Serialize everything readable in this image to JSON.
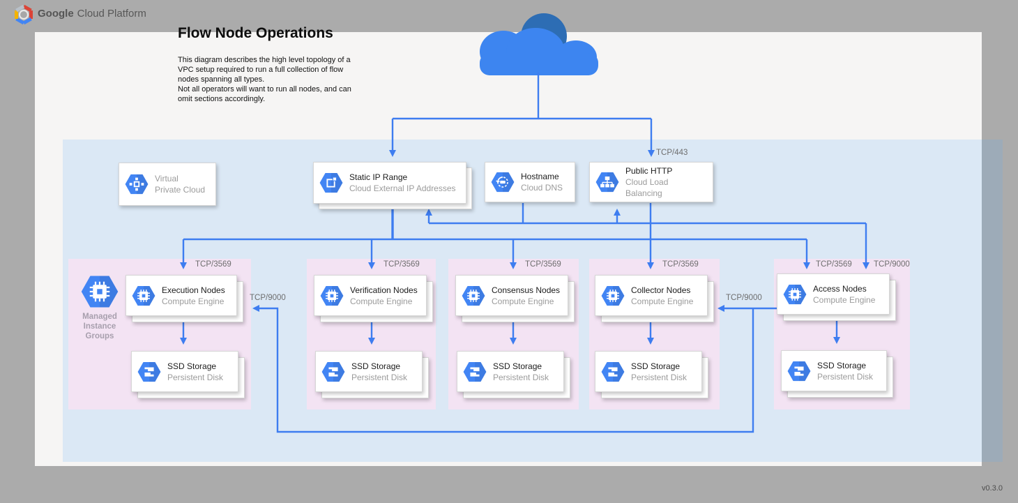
{
  "header": {
    "brand_bold": "Google",
    "brand_rest": "Cloud Platform"
  },
  "canvas": {
    "title": "Flow Node Operations",
    "description": "This diagram describes the high level topology of a\nVPC setup required to run a full collection of flow\nnodes spanning all types.\nNot all operators will want to run all nodes, and can\nomit sections accordingly.",
    "version": "v0.3.0"
  },
  "port_labels": {
    "https": "TCP/443",
    "nodes": "TCP/3569",
    "access": "TCP/9000"
  },
  "services": {
    "vpc": {
      "title": "Virtual",
      "subtitle": "Private Cloud"
    },
    "static_ip": {
      "title": "Static IP Range",
      "subtitle": "Cloud External IP Addresses"
    },
    "dns": {
      "title": "Hostname",
      "subtitle": "Cloud DNS"
    },
    "lb": {
      "title": "Public HTTP",
      "subtitle": "Cloud Load Balancing"
    }
  },
  "managed_instance_groups": "Managed\nInstance\nGroups",
  "groups": [
    {
      "id": "execution",
      "title": "Execution Nodes",
      "subtitle": "Compute Engine",
      "storage_title": "SSD Storage",
      "storage_subtitle": "Persistent Disk"
    },
    {
      "id": "verification",
      "title": "Verification Nodes",
      "subtitle": "Compute Engine",
      "storage_title": "SSD Storage",
      "storage_subtitle": "Persistent Disk"
    },
    {
      "id": "consensus",
      "title": "Consensus Nodes",
      "subtitle": "Compute Engine",
      "storage_title": "SSD Storage",
      "storage_subtitle": "Persistent Disk"
    },
    {
      "id": "collector",
      "title": "Collector Nodes",
      "subtitle": "Compute Engine",
      "storage_title": "SSD Storage",
      "storage_subtitle": "Persistent Disk"
    },
    {
      "id": "access",
      "title": "Access Nodes",
      "subtitle": "Compute Engine",
      "storage_title": "SSD Storage",
      "storage_subtitle": "Persistent Disk"
    }
  ],
  "colors": {
    "accent_blue": "#4285f4",
    "connector_blue": "#3e7df0",
    "group_pink": "#f3e3f3",
    "vpc_overlay": "#ddecf9",
    "canvas_white": "#f6f5f4",
    "background_gray": "#ababab"
  }
}
